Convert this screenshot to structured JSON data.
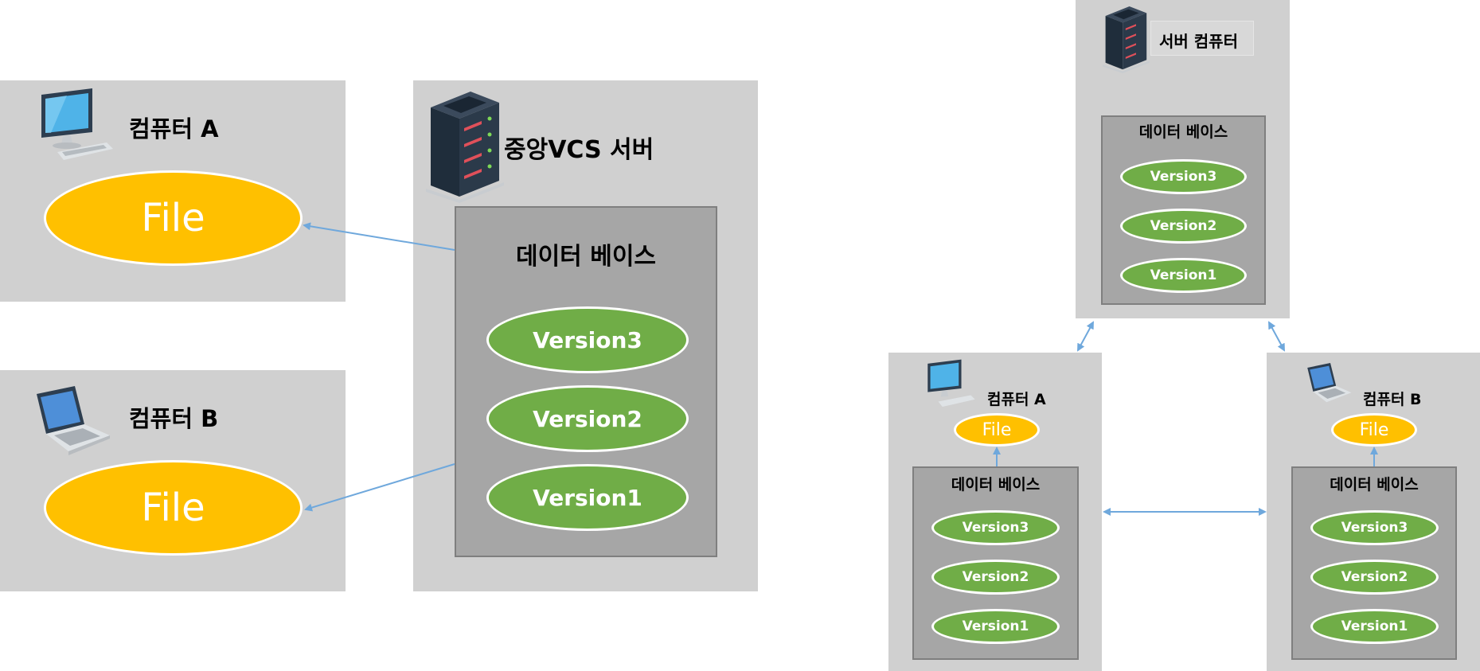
{
  "colors": {
    "panel": "#d0d0d0",
    "database": "#a6a6a6",
    "database_border": "#7f7f7f",
    "file": "#ffc000",
    "version": "#70ad47",
    "arrow": "#6fa8dc"
  },
  "icons": {
    "desktop": "desktop-computer-icon",
    "laptop": "laptop-icon",
    "server": "server-rack-icon"
  },
  "centralized": {
    "computer_a": {
      "title": "컴퓨터 A",
      "file": "File"
    },
    "computer_b": {
      "title": "컴퓨터 B",
      "file": "File"
    },
    "server": {
      "title": "중앙VCS 서버",
      "database": "데이터 베이스",
      "versions": [
        "Version3",
        "Version2",
        "Version1"
      ]
    }
  },
  "distributed": {
    "server": {
      "title": "서버 컴퓨터",
      "database": "데이터 베이스",
      "versions": [
        "Version3",
        "Version2",
        "Version1"
      ]
    },
    "computer_a": {
      "title": "컴퓨터 A",
      "file": "File",
      "database": "데이터 베이스",
      "versions": [
        "Version3",
        "Version2",
        "Version1"
      ]
    },
    "computer_b": {
      "title": "컴퓨터 B",
      "file": "File",
      "database": "데이터 베이스",
      "versions": [
        "Version3",
        "Version2",
        "Version1"
      ]
    }
  }
}
